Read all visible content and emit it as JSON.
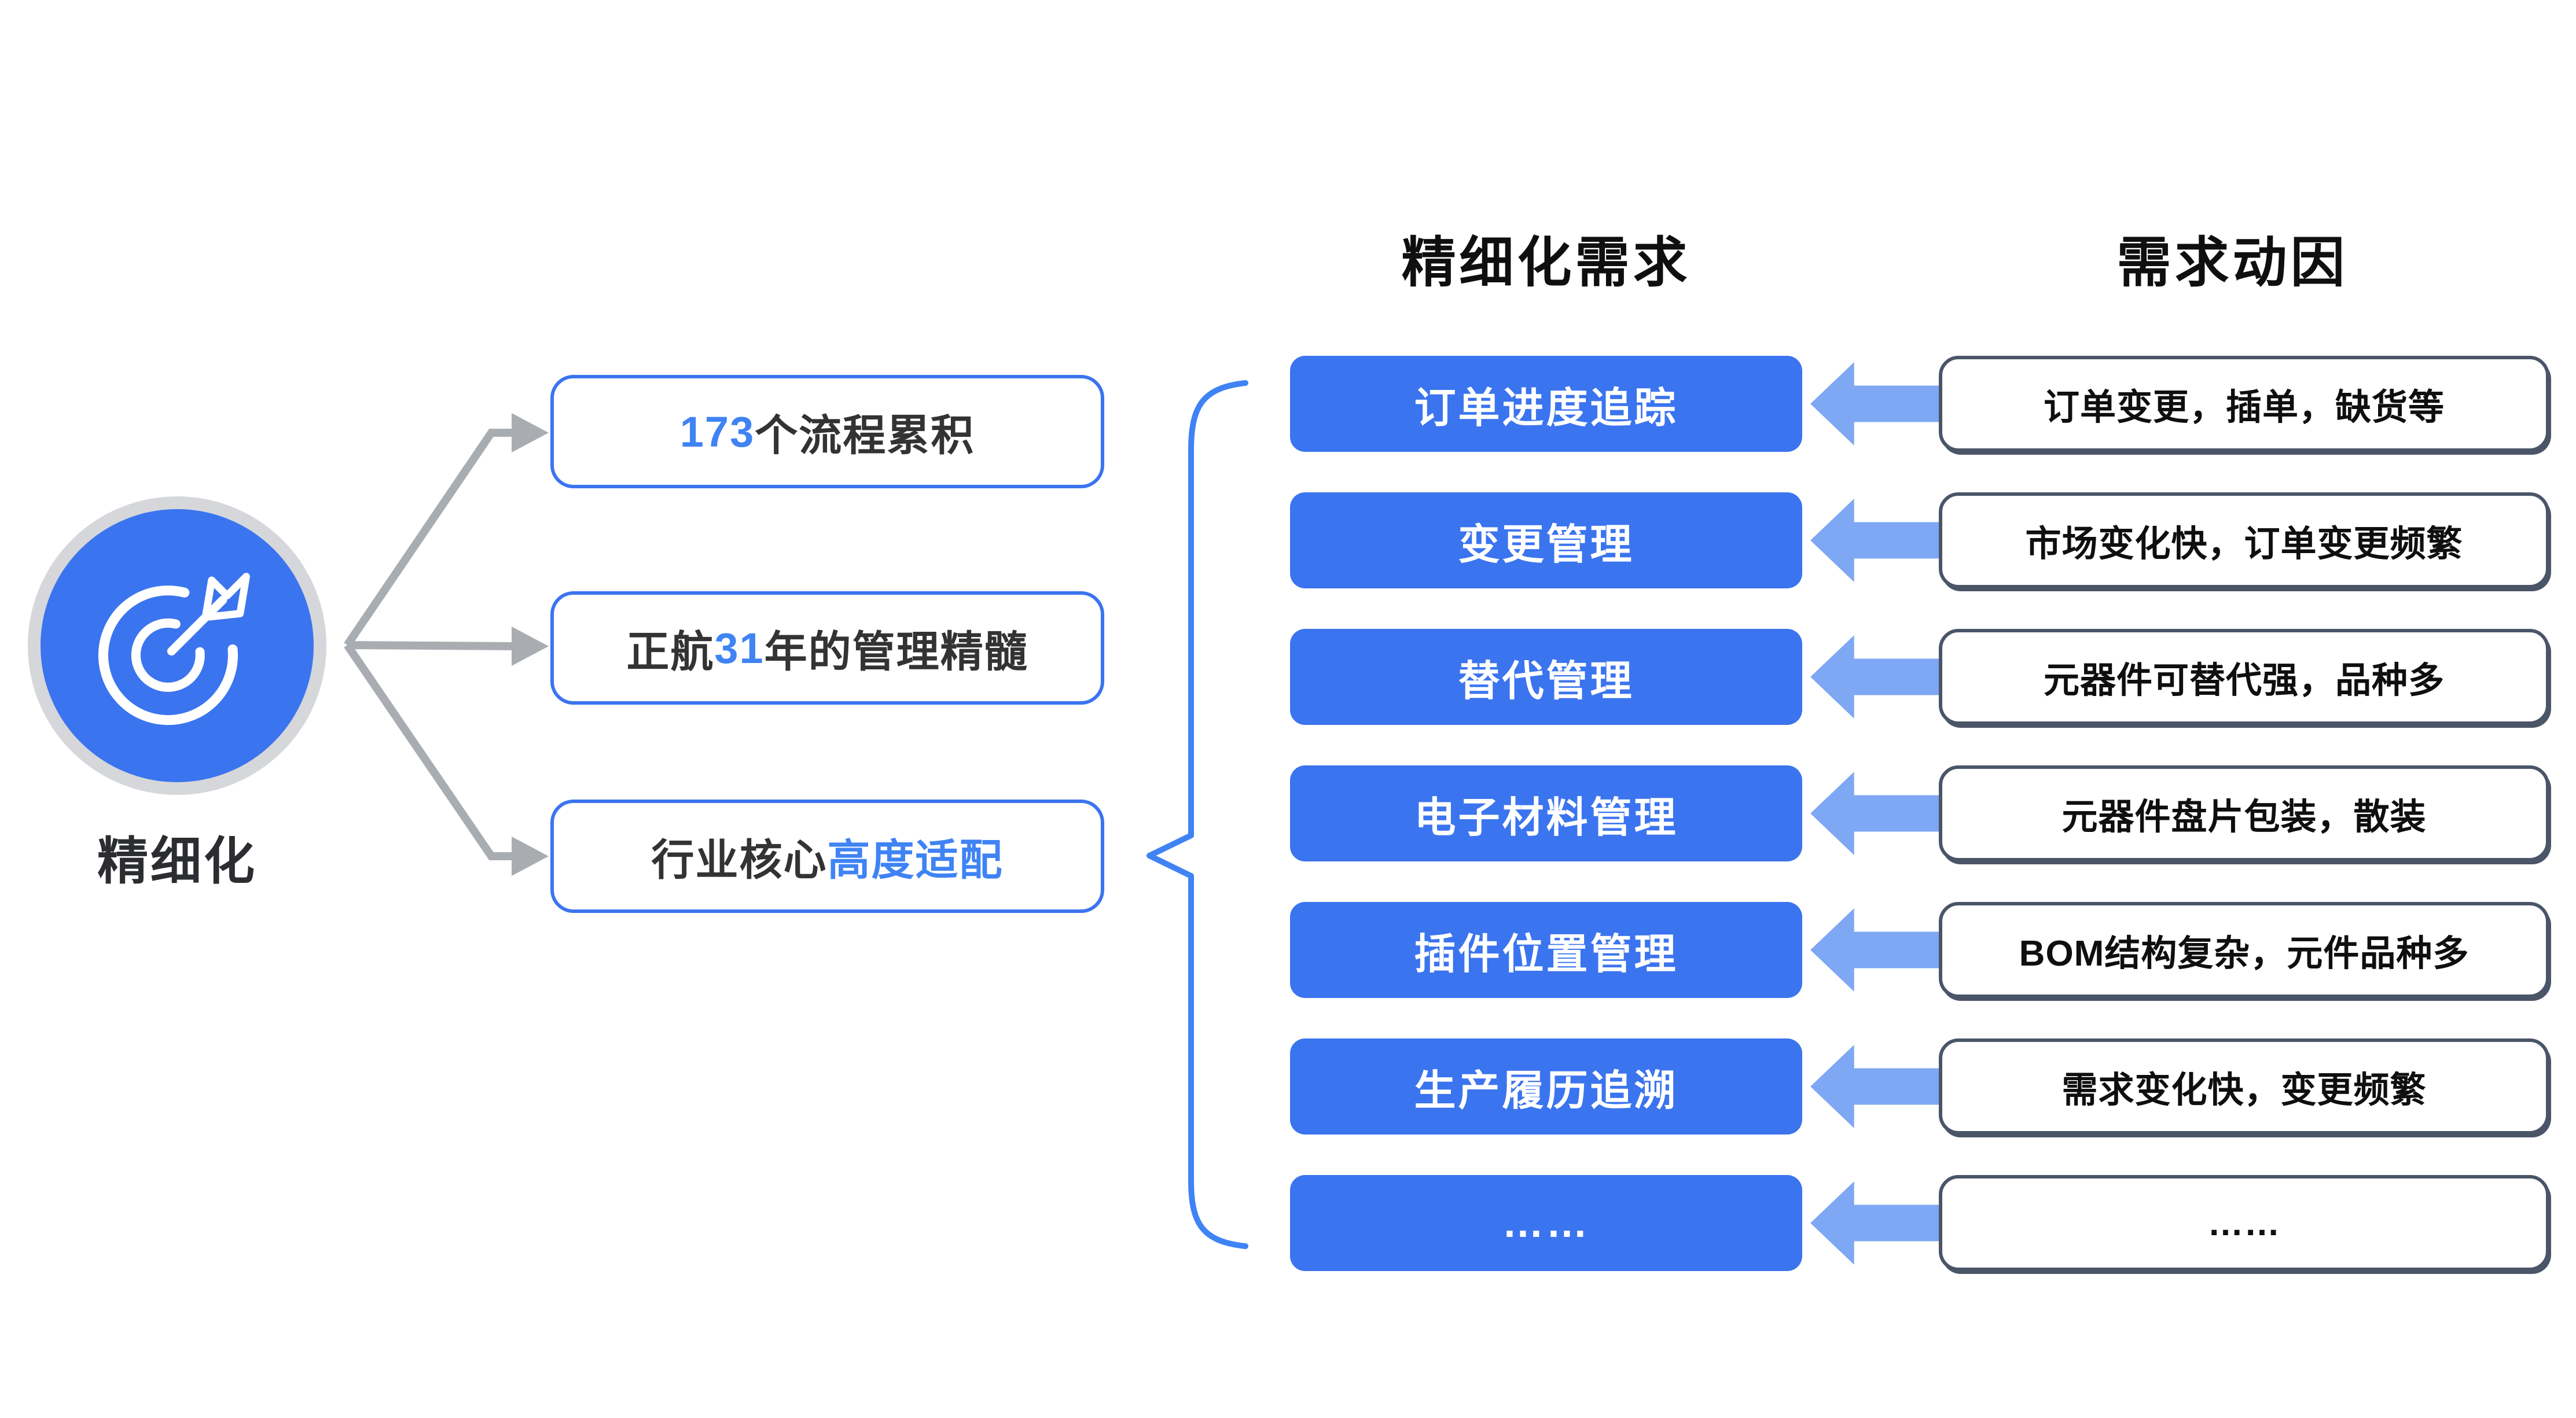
{
  "source": {
    "label": "精细化",
    "icon": "target-dart-icon"
  },
  "features": [
    {
      "pre": "",
      "highlight": "173",
      "post": "个流程累积"
    },
    {
      "pre": "正航",
      "highlight": "31",
      "post": "年的管理精髓"
    },
    {
      "pre": "行业核心",
      "highlight": "高度适配",
      "post": ""
    }
  ],
  "columns": {
    "demand_header": "精细化需求",
    "cause_header": "需求动因"
  },
  "rows": [
    {
      "demand": "订单进度追踪",
      "cause": "订单变更，插单，缺货等"
    },
    {
      "demand": "变更管理",
      "cause": "市场变化快，订单变更频繁"
    },
    {
      "demand": "替代管理",
      "cause": "元器件可替代强，品种多"
    },
    {
      "demand": "电子材料管理",
      "cause": "元器件盘片包装，散装"
    },
    {
      "demand": "插件位置管理",
      "cause": "BOM结构复杂，元件品种多"
    },
    {
      "demand": "生产履历追溯",
      "cause": "需求变化快，变更频繁"
    },
    {
      "demand": "……",
      "cause": "……"
    }
  ],
  "colors": {
    "primary_blue": "#3B74EF",
    "highlight_blue": "#3F83F4",
    "arrow_blue": "#7EA7F4",
    "cause_border": "#4A5568",
    "connector_gray": "#A9ADB2",
    "ring_gray": "#D5D7DA",
    "ink": "#2B2D31"
  }
}
